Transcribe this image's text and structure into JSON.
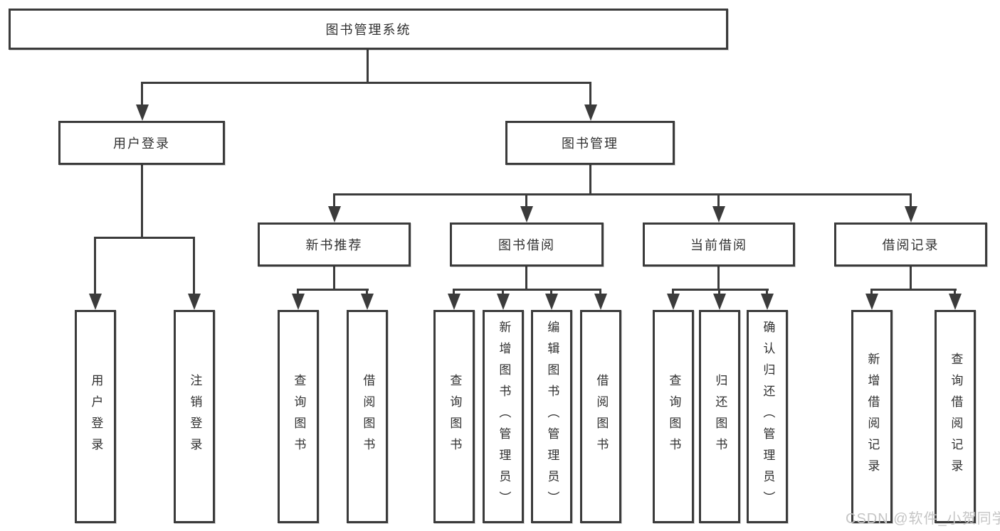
{
  "nodes": {
    "root": "图书管理系统",
    "user_login": "用户登录",
    "book_mgmt": "图书管理",
    "new_books": "新书推荐",
    "book_borrow": "图书借阅",
    "current_borrow": "当前借阅",
    "borrow_records": "借阅记录",
    "leaves": {
      "user": [
        "用户登录",
        "注销登录"
      ],
      "new_books": [
        "查询图书",
        "借阅图书"
      ],
      "book_borrow": [
        "查询图书",
        "新增图书（管理员）",
        "编辑图书（管理员）",
        "借阅图书"
      ],
      "current_borrow": [
        "查询图书",
        "归还图书",
        "确认归还（管理员）"
      ],
      "borrow_records": [
        "新增借阅记录",
        "查询借阅记录"
      ]
    }
  },
  "watermark": "CSDN @软件_小贺同学",
  "colors": {
    "line": "#3b3b3b",
    "text": "#303030",
    "watermark": "#c5c5c5",
    "background": "#ffffff"
  }
}
